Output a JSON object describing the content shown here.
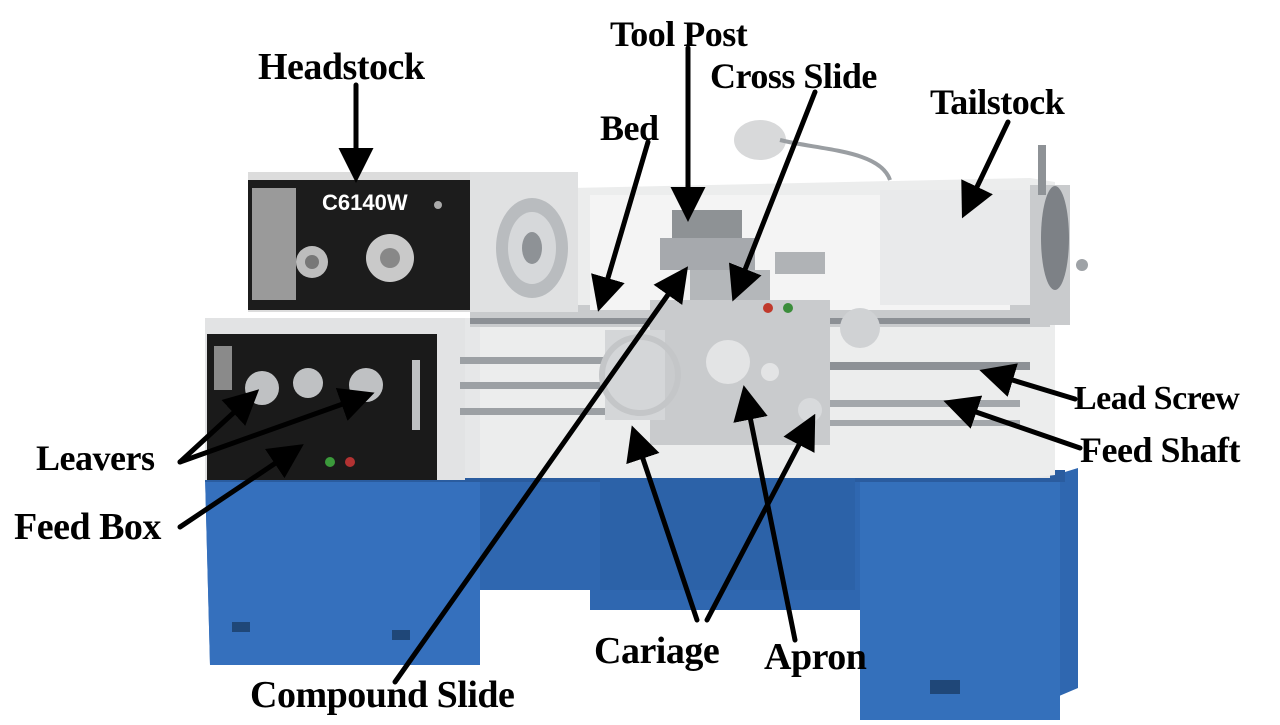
{
  "machine": {
    "model_plate": "C6140W",
    "colors": {
      "base_blue": "#2f67b0",
      "base_blue_dark": "#244f8a",
      "body_white": "#e8e9ea",
      "panel_black": "#1a1a1a",
      "metal_gray": "#a9adb1"
    }
  },
  "labels": {
    "headstock": "Headstock",
    "tool_post": "Tool Post",
    "cross_slide": "Cross Slide",
    "bed": "Bed",
    "tailstock": "Tailstock",
    "leavers": "Leavers",
    "feed_box": "Feed Box",
    "lead_screw": "Lead Screw",
    "feed_shaft": "Feed Shaft",
    "cariage": "Cariage",
    "apron": "Apron",
    "compound_slide": "Compound Slide"
  }
}
